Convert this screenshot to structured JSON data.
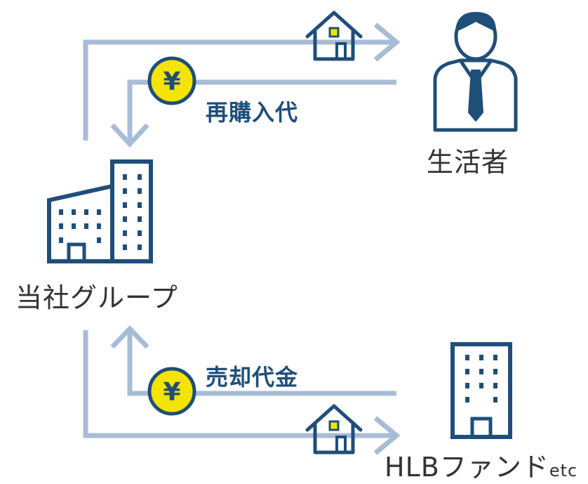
{
  "nodes": {
    "consumer": {
      "label": "生活者"
    },
    "group": {
      "label": "当社グループ"
    },
    "fund": {
      "label": "HLBファンド",
      "suffix": "etc"
    }
  },
  "flows": {
    "repurchase": {
      "label": "再購入代",
      "currency": "¥"
    },
    "sale": {
      "label": "売却代金",
      "currency": "¥"
    }
  },
  "colors": {
    "arrow": "#a9bcd6",
    "icon": "#1f4e79",
    "coin": "#f5e400",
    "accent": "#f5e400",
    "text": "#333333",
    "flow_text": "#1f4e79"
  }
}
